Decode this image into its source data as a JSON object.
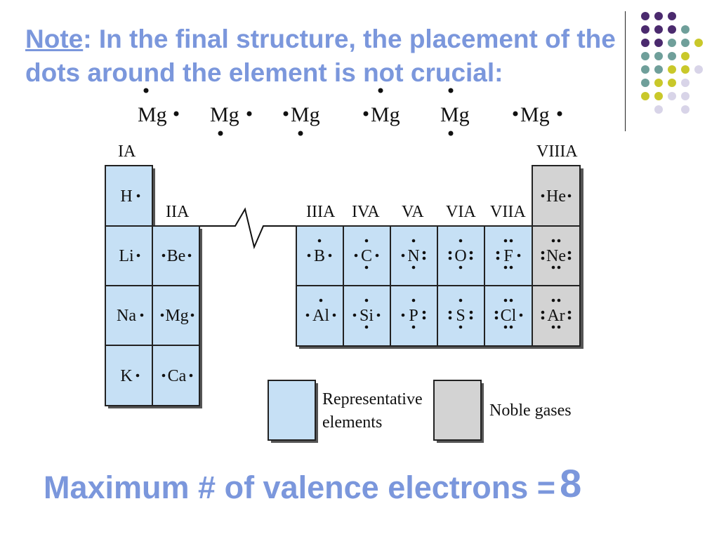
{
  "heading": {
    "note_word": "Note",
    "text": ": In the final structure, the placement of the dots around the element is not crucial:"
  },
  "mg_variants": [
    "Mg",
    "Mg",
    "Mg",
    "Mg",
    "Mg",
    "Mg"
  ],
  "group_labels": {
    "ia": "IA",
    "iia": "IIA",
    "iiia": "IIIA",
    "iva": "IVA",
    "va": "VA",
    "via": "VIA",
    "viia": "VIIA",
    "viiia": "VIIIA"
  },
  "elements": {
    "H": "H",
    "Li": "Li",
    "Na": "Na",
    "K": "K",
    "Be": "Be",
    "Mg": "Mg",
    "Ca": "Ca",
    "B": "B",
    "C": "C",
    "N": "N",
    "O": "O",
    "F": "F",
    "Al": "Al",
    "Si": "Si",
    "P": "P",
    "S": "S",
    "Cl": "Cl",
    "He": "He",
    "Ne": "Ne",
    "Ar": "Ar"
  },
  "legend": {
    "representative_line1": "Representative",
    "representative_line2": "elements",
    "noble": "Noble gases"
  },
  "footer": {
    "text": "Maximum # of valence electrons =",
    "value": "8"
  },
  "colors": {
    "heading": "#7b97dc",
    "representative_fill": "#c6e0f5",
    "noble_fill": "#d3d3d3",
    "deco_purple": "#4b2a6e",
    "deco_teal": "#6f9f9a",
    "deco_yellow": "#c9c82a",
    "deco_lavender": "#d8d4e8"
  }
}
